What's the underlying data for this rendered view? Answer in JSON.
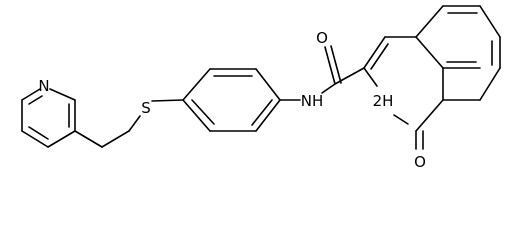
{
  "atoms": {
    "nitrogen_pyridine": "N",
    "sulfur": "S",
    "amide_nh": "NH",
    "ring_nh": "2H",
    "carbonyl_oxygen_amide": "O",
    "carbonyl_oxygen_ring": "O"
  },
  "colors": {
    "bond": "#000000",
    "background": "#ffffff"
  }
}
